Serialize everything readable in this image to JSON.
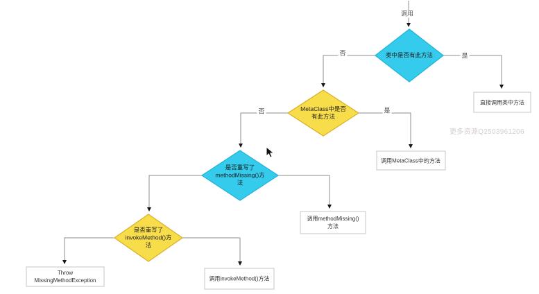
{
  "watermark": {
    "text": "更多资源Q2503961206"
  },
  "labels": {
    "start": "调用",
    "yes_class": "是",
    "no_class": "否",
    "yes_metaclass": "是",
    "no_metaclass": "否"
  },
  "nodes": {
    "decision_class": {
      "text": "类中是否有此方法"
    },
    "decision_metaclass": {
      "text": [
        "MetaClass中是否",
        "有此方法"
      ]
    },
    "decision_method_missing": {
      "text": [
        "是否重写了",
        "methodMissing()方",
        "法"
      ]
    },
    "decision_invoke_method": {
      "text": [
        "是否重写了",
        "invokeMethod()方",
        "法"
      ]
    },
    "box_call_class_method": {
      "text": "直接调用类中方法"
    },
    "box_call_metaclass_method": {
      "text": "调用MetaClass中的方法"
    },
    "box_call_method_missing": {
      "text": [
        "调用methodMissing()",
        "方法"
      ]
    },
    "box_call_invoke_method": {
      "text": "调用invokeMethod()方法"
    },
    "box_throw_exception": {
      "text": [
        "Throw",
        "MissingMethodException"
      ]
    }
  },
  "colors": {
    "decision_cyan": "#35cbec",
    "decision_cyan_border": "#22b2d6",
    "decision_yellow": "#f8dd4b",
    "decision_yellow_border": "#d9ae24",
    "connector": "#8c8c8c",
    "arrowhead": "#161616",
    "box_fill": "#ffffff",
    "box_border": "#c4c4c4"
  }
}
